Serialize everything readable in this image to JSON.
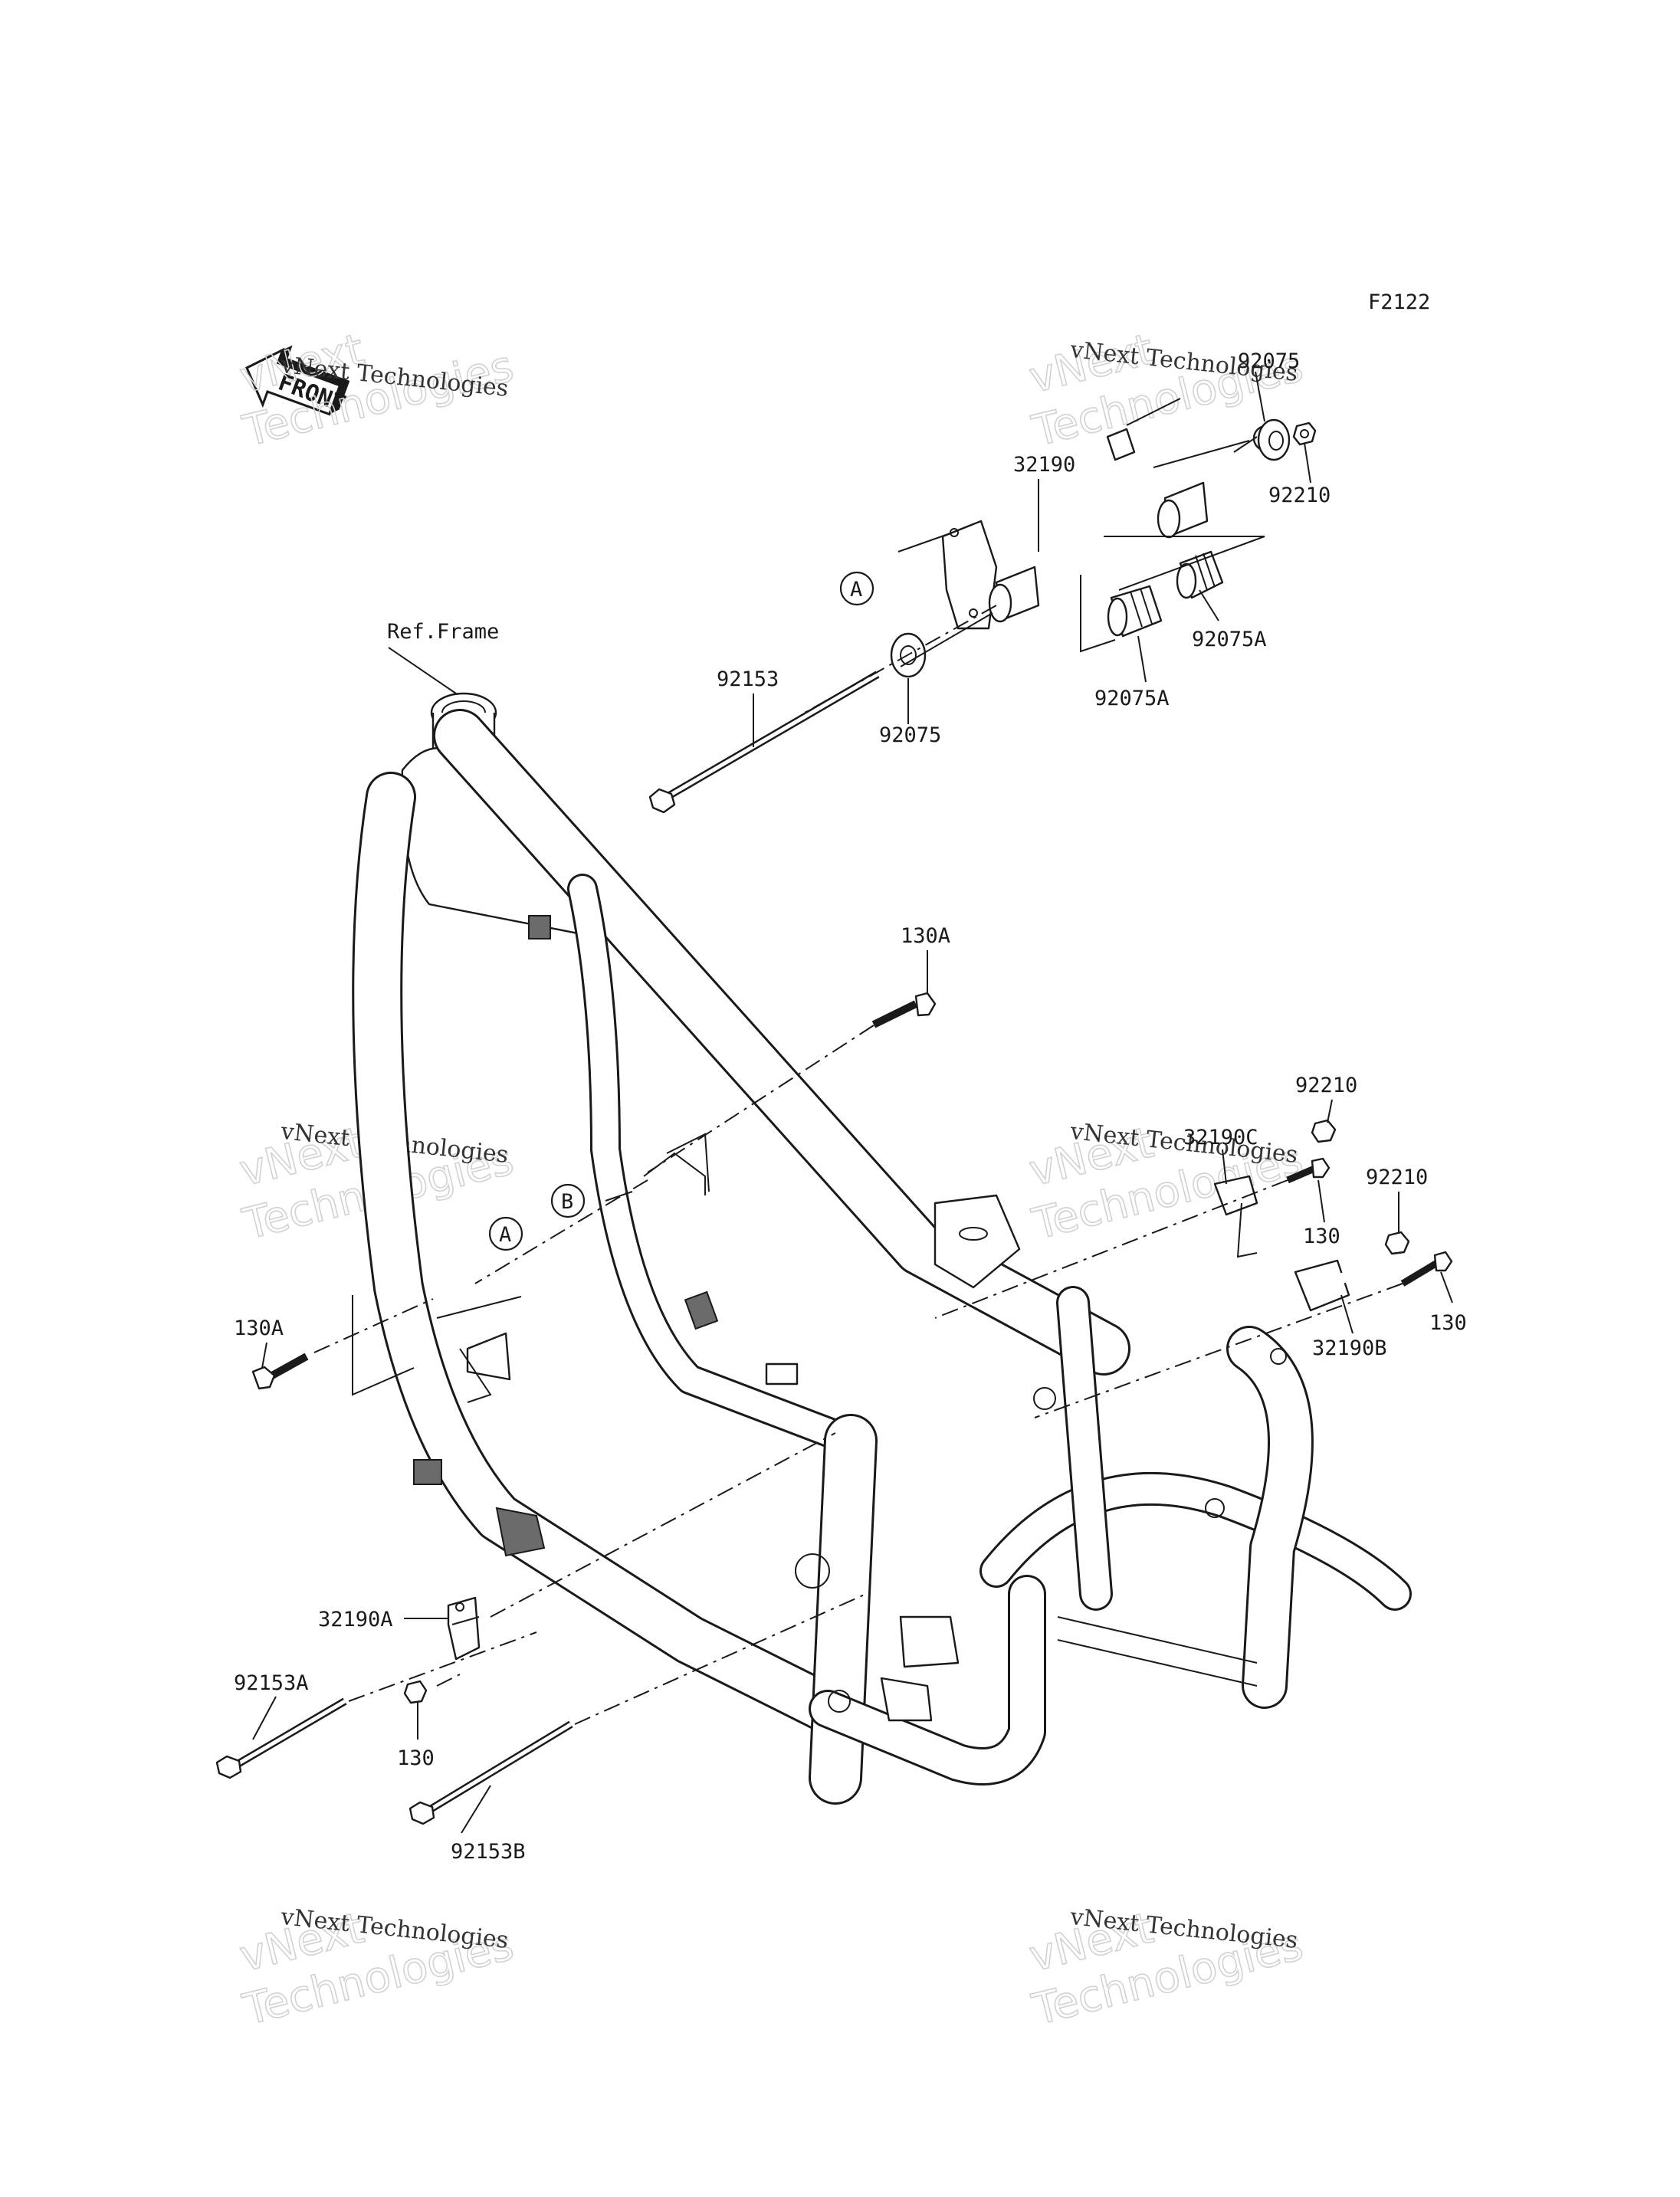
{
  "figure_code": "F2122",
  "front_arrow": {
    "text": "FRONT",
    "icon": "front-direction-arrow-icon"
  },
  "watermark": {
    "line1": "vNext Technologies",
    "line2": "vNext Technologies"
  },
  "callouts": [
    {
      "id": "ref-frame",
      "text": "Ref.Frame"
    },
    {
      "id": "p32190",
      "text": "32190"
    },
    {
      "id": "p92075-top",
      "text": "92075"
    },
    {
      "id": "p92210-top",
      "text": "92210"
    },
    {
      "id": "p92075A-right",
      "text": "92075A"
    },
    {
      "id": "p92075A-mid",
      "text": "92075A"
    },
    {
      "id": "p92075-bottom",
      "text": "92075"
    },
    {
      "id": "p92153",
      "text": "92153"
    },
    {
      "id": "p130A-top",
      "text": "130A"
    },
    {
      "id": "p92210-mid",
      "text": "92210"
    },
    {
      "id": "p32190C",
      "text": "32190C"
    },
    {
      "id": "p92210-right",
      "text": "92210"
    },
    {
      "id": "p130-mid",
      "text": "130"
    },
    {
      "id": "p130-right",
      "text": "130"
    },
    {
      "id": "p32190B",
      "text": "32190B"
    },
    {
      "id": "p130A-left",
      "text": "130A"
    },
    {
      "id": "p32190A",
      "text": "32190A"
    },
    {
      "id": "p92153A",
      "text": "92153A"
    },
    {
      "id": "p130-bottom",
      "text": "130"
    },
    {
      "id": "p92153B",
      "text": "92153B"
    }
  ],
  "reference_markers": [
    {
      "id": "A-top",
      "text": "A"
    },
    {
      "id": "B-left",
      "text": "B"
    },
    {
      "id": "A-left",
      "text": "A"
    }
  ]
}
